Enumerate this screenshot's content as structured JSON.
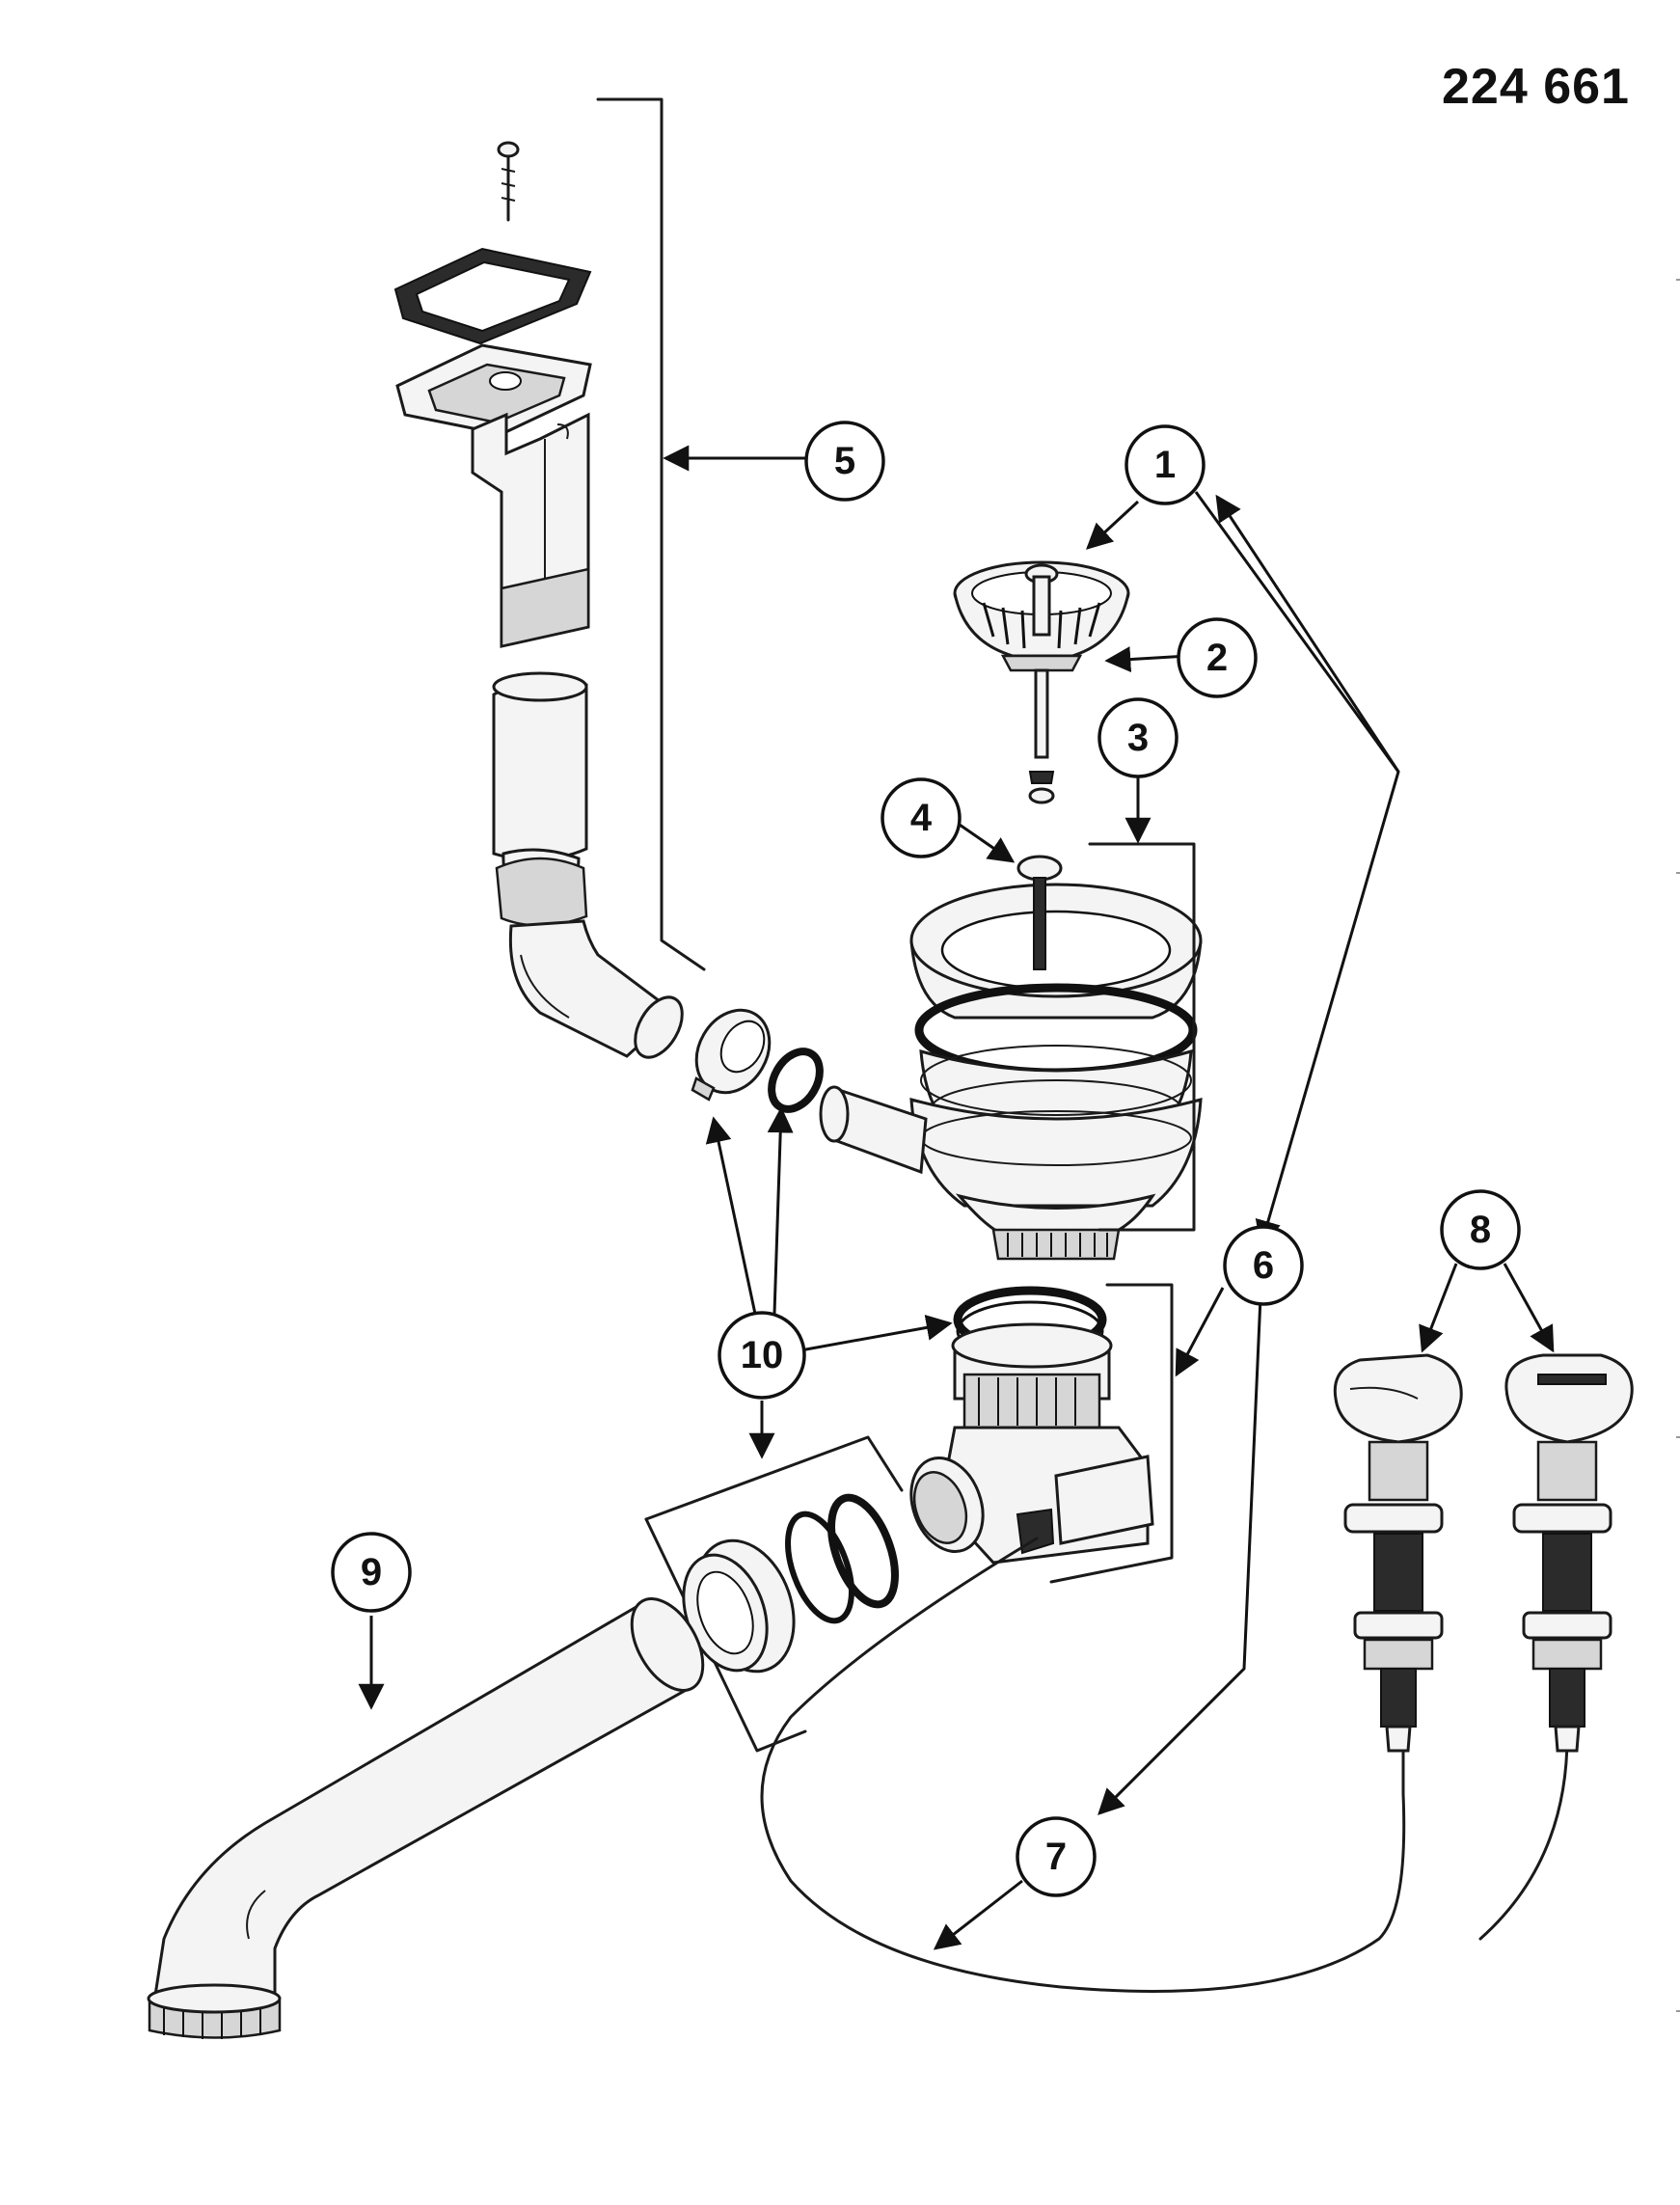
{
  "part_number": "224 661",
  "callouts": [
    {
      "id": "1",
      "label": "1"
    },
    {
      "id": "2",
      "label": "2"
    },
    {
      "id": "3",
      "label": "3"
    },
    {
      "id": "4",
      "label": "4"
    },
    {
      "id": "5",
      "label": "5"
    },
    {
      "id": "6",
      "label": "6"
    },
    {
      "id": "7",
      "label": "7"
    },
    {
      "id": "8",
      "label": "8"
    },
    {
      "id": "9",
      "label": "9"
    },
    {
      "id": "10",
      "label": "10"
    }
  ]
}
